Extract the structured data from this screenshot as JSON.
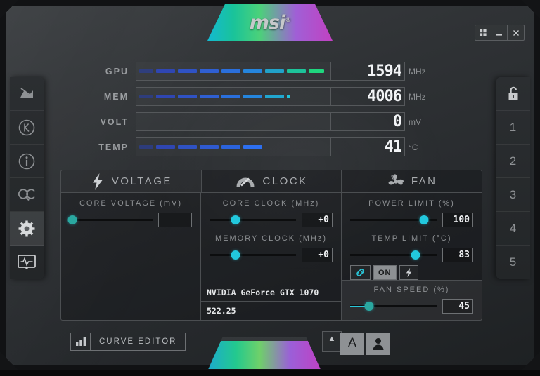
{
  "window": {
    "brand": "msi",
    "controls": [
      {
        "name": "windows-snap-button",
        "glyph": "⊞"
      },
      {
        "name": "minimize-button",
        "glyph": "–"
      },
      {
        "name": "close-button",
        "glyph": "✕"
      }
    ]
  },
  "left_rail": [
    {
      "name": "osd-icon",
      "label": "",
      "active": false
    },
    {
      "name": "kombustor-icon",
      "label": "K",
      "active": false
    },
    {
      "name": "info-icon",
      "label": "i",
      "active": false
    },
    {
      "name": "oc-scanner-icon",
      "label": "OC",
      "active": false
    },
    {
      "name": "settings-gear-icon",
      "label": "",
      "active": true
    },
    {
      "name": "monitoring-icon",
      "label": "",
      "active": false
    }
  ],
  "right_rail": [
    {
      "name": "unlock-padlock-icon",
      "label": ""
    },
    {
      "name": "profile-slot-1",
      "label": "1"
    },
    {
      "name": "profile-slot-2",
      "label": "2"
    },
    {
      "name": "profile-slot-3",
      "label": "3"
    },
    {
      "name": "profile-slot-4",
      "label": "4"
    },
    {
      "name": "profile-slot-5",
      "label": "5"
    }
  ],
  "monitors": [
    {
      "label": "GPU",
      "value": "1594",
      "unit": "MHz",
      "segments": 9,
      "colors": [
        "#2a3f9e",
        "#2f46b2",
        "#2f52c4",
        "#2f5fd2",
        "#2a6fdc",
        "#2585dd",
        "#21a2c9",
        "#1dc39a",
        "#1fd67e"
      ]
    },
    {
      "label": "MEM",
      "value": "4006",
      "unit": "MHz",
      "segments": 8,
      "colors": [
        "#2a3f9e",
        "#2f46b2",
        "#2f52c4",
        "#2f5fd2",
        "#2a6fdc",
        "#2585dd",
        "#21a6cf",
        "#1fc4da"
      ]
    },
    {
      "label": "VOLT",
      "value": "0",
      "unit": "mV",
      "segments": 0,
      "colors": []
    },
    {
      "label": "TEMP",
      "value": "41",
      "unit": "°C",
      "segments": 6,
      "colors": [
        "#2a3f9e",
        "#2f46b2",
        "#2f52c4",
        "#2f5ad0",
        "#2b63dc",
        "#2d6ff0"
      ]
    }
  ],
  "tabs": [
    {
      "name": "tab-voltage",
      "label": "VOLTAGE",
      "icon": "bolt-icon",
      "active": true
    },
    {
      "name": "tab-clock",
      "label": "CLOCK",
      "icon": "gauge-icon",
      "active": false
    },
    {
      "name": "tab-fan",
      "label": "FAN",
      "icon": "fan-icon",
      "active": false
    }
  ],
  "controls": {
    "core_voltage": {
      "title": "CORE VOLTAGE  (mV)",
      "value": "",
      "percent": 2
    },
    "core_clock": {
      "title": "CORE CLOCK (MHz)",
      "value": "+0",
      "percent": 30
    },
    "memory_clock": {
      "title": "MEMORY CLOCK (MHz)",
      "value": "+0",
      "percent": 30
    },
    "power_limit": {
      "title": "POWER LIMIT (%)",
      "value": "100",
      "percent": 85
    },
    "temp_limit": {
      "title": "TEMP LIMIT (°C)",
      "value": "83",
      "percent": 76
    },
    "fan_speed": {
      "title": "FAN SPEED (%)",
      "value": "45",
      "percent": 22
    }
  },
  "link_toggles": {
    "link_label": "",
    "on_label": "ON",
    "bolt_label": ""
  },
  "gpu_info": {
    "model": "NVIDIA GeForce GTX 1070",
    "driver": "522.25"
  },
  "bottom": {
    "curve_editor_label": "CURVE EDITOR",
    "actions": [
      {
        "name": "reset-button",
        "label": ""
      },
      {
        "name": "save-button",
        "label": ""
      },
      {
        "name": "apply-button",
        "label": ""
      }
    ],
    "expand_label": "▲",
    "auto_label": "A",
    "user_label": ""
  },
  "theme": {
    "accent_cyan": "#22c8dd",
    "accent_teal": "#2aa8a0",
    "panel_border": "#4b4e51",
    "text_dim": "#8d9093"
  }
}
